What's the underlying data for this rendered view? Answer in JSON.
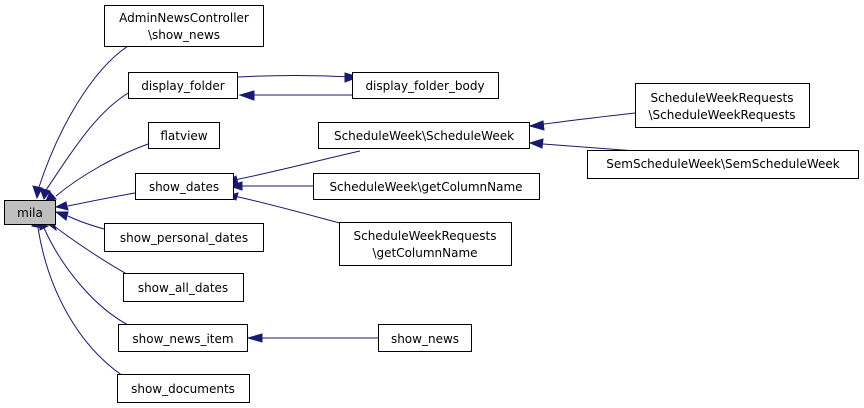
{
  "colors": {
    "edge": "#191970",
    "node_fill": "#ffffff",
    "focus_fill": "#bfbfbf",
    "node_stroke": "#000000"
  },
  "graph": {
    "nodes": [
      {
        "id": "mila",
        "lines": [
          "mila"
        ],
        "focus": true
      },
      {
        "id": "admin_show_news",
        "lines": [
          "AdminNewsController",
          "\\show_news"
        ]
      },
      {
        "id": "display_folder",
        "lines": [
          "display_folder"
        ]
      },
      {
        "id": "display_folder_body",
        "lines": [
          "display_folder_body"
        ]
      },
      {
        "id": "flatview",
        "lines": [
          "flatview"
        ]
      },
      {
        "id": "show_dates",
        "lines": [
          "show_dates"
        ]
      },
      {
        "id": "sw_sw",
        "lines": [
          "ScheduleWeek\\ScheduleWeek"
        ]
      },
      {
        "id": "swr_swr",
        "lines": [
          "ScheduleWeekRequests",
          "\\ScheduleWeekRequests"
        ]
      },
      {
        "id": "ssw_ssw",
        "lines": [
          "SemScheduleWeek\\SemScheduleWeek"
        ]
      },
      {
        "id": "sw_getcol",
        "lines": [
          "ScheduleWeek\\getColumnName"
        ]
      },
      {
        "id": "swr_getcol",
        "lines": [
          "ScheduleWeekRequests",
          "\\getColumnName"
        ]
      },
      {
        "id": "show_personal_dates",
        "lines": [
          "show_personal_dates"
        ]
      },
      {
        "id": "show_all_dates",
        "lines": [
          "show_all_dates"
        ]
      },
      {
        "id": "show_news_item",
        "lines": [
          "show_news_item"
        ]
      },
      {
        "id": "show_news",
        "lines": [
          "show_news"
        ]
      },
      {
        "id": "show_documents",
        "lines": [
          "show_documents"
        ]
      }
    ]
  }
}
